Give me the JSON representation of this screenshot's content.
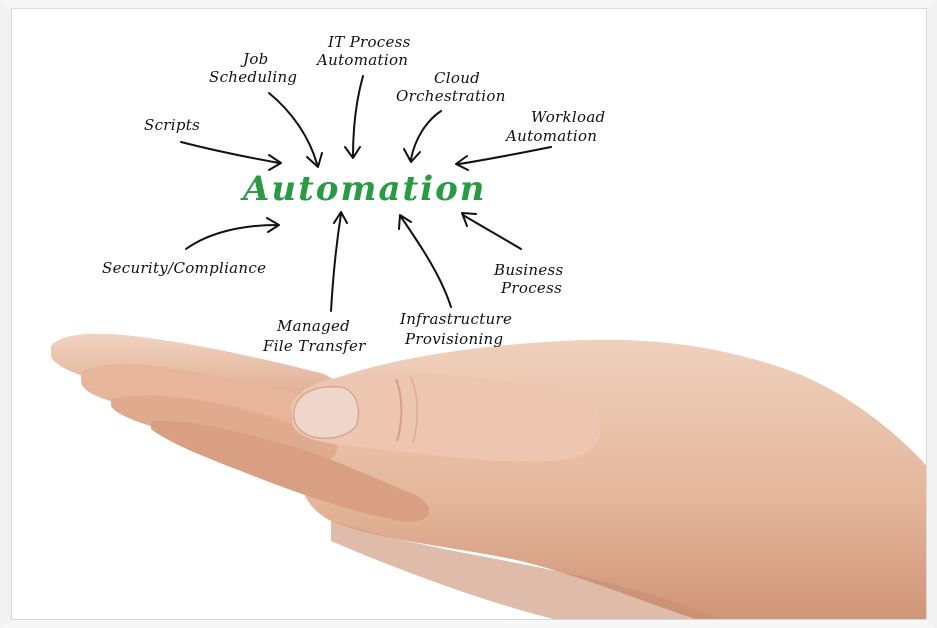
{
  "center": {
    "text": "Automation",
    "color": "#2a9a45"
  },
  "labels": {
    "it_process": [
      "IT Process",
      "Automation"
    ],
    "job_scheduling": [
      "Job",
      "Scheduling"
    ],
    "cloud": [
      "Cloud",
      "Orchestration"
    ],
    "workload": [
      "Workload",
      "Automation"
    ],
    "scripts": [
      "Scripts"
    ],
    "security": [
      "Security/Compliance"
    ],
    "business": [
      "Business",
      "Process"
    ],
    "mft": [
      "Managed",
      "File Transfer"
    ],
    "infra": [
      "Infrastructure",
      "Provisioning"
    ]
  },
  "photo": {
    "subject": "open hand palm-up",
    "skin": "#e9bfa6"
  }
}
